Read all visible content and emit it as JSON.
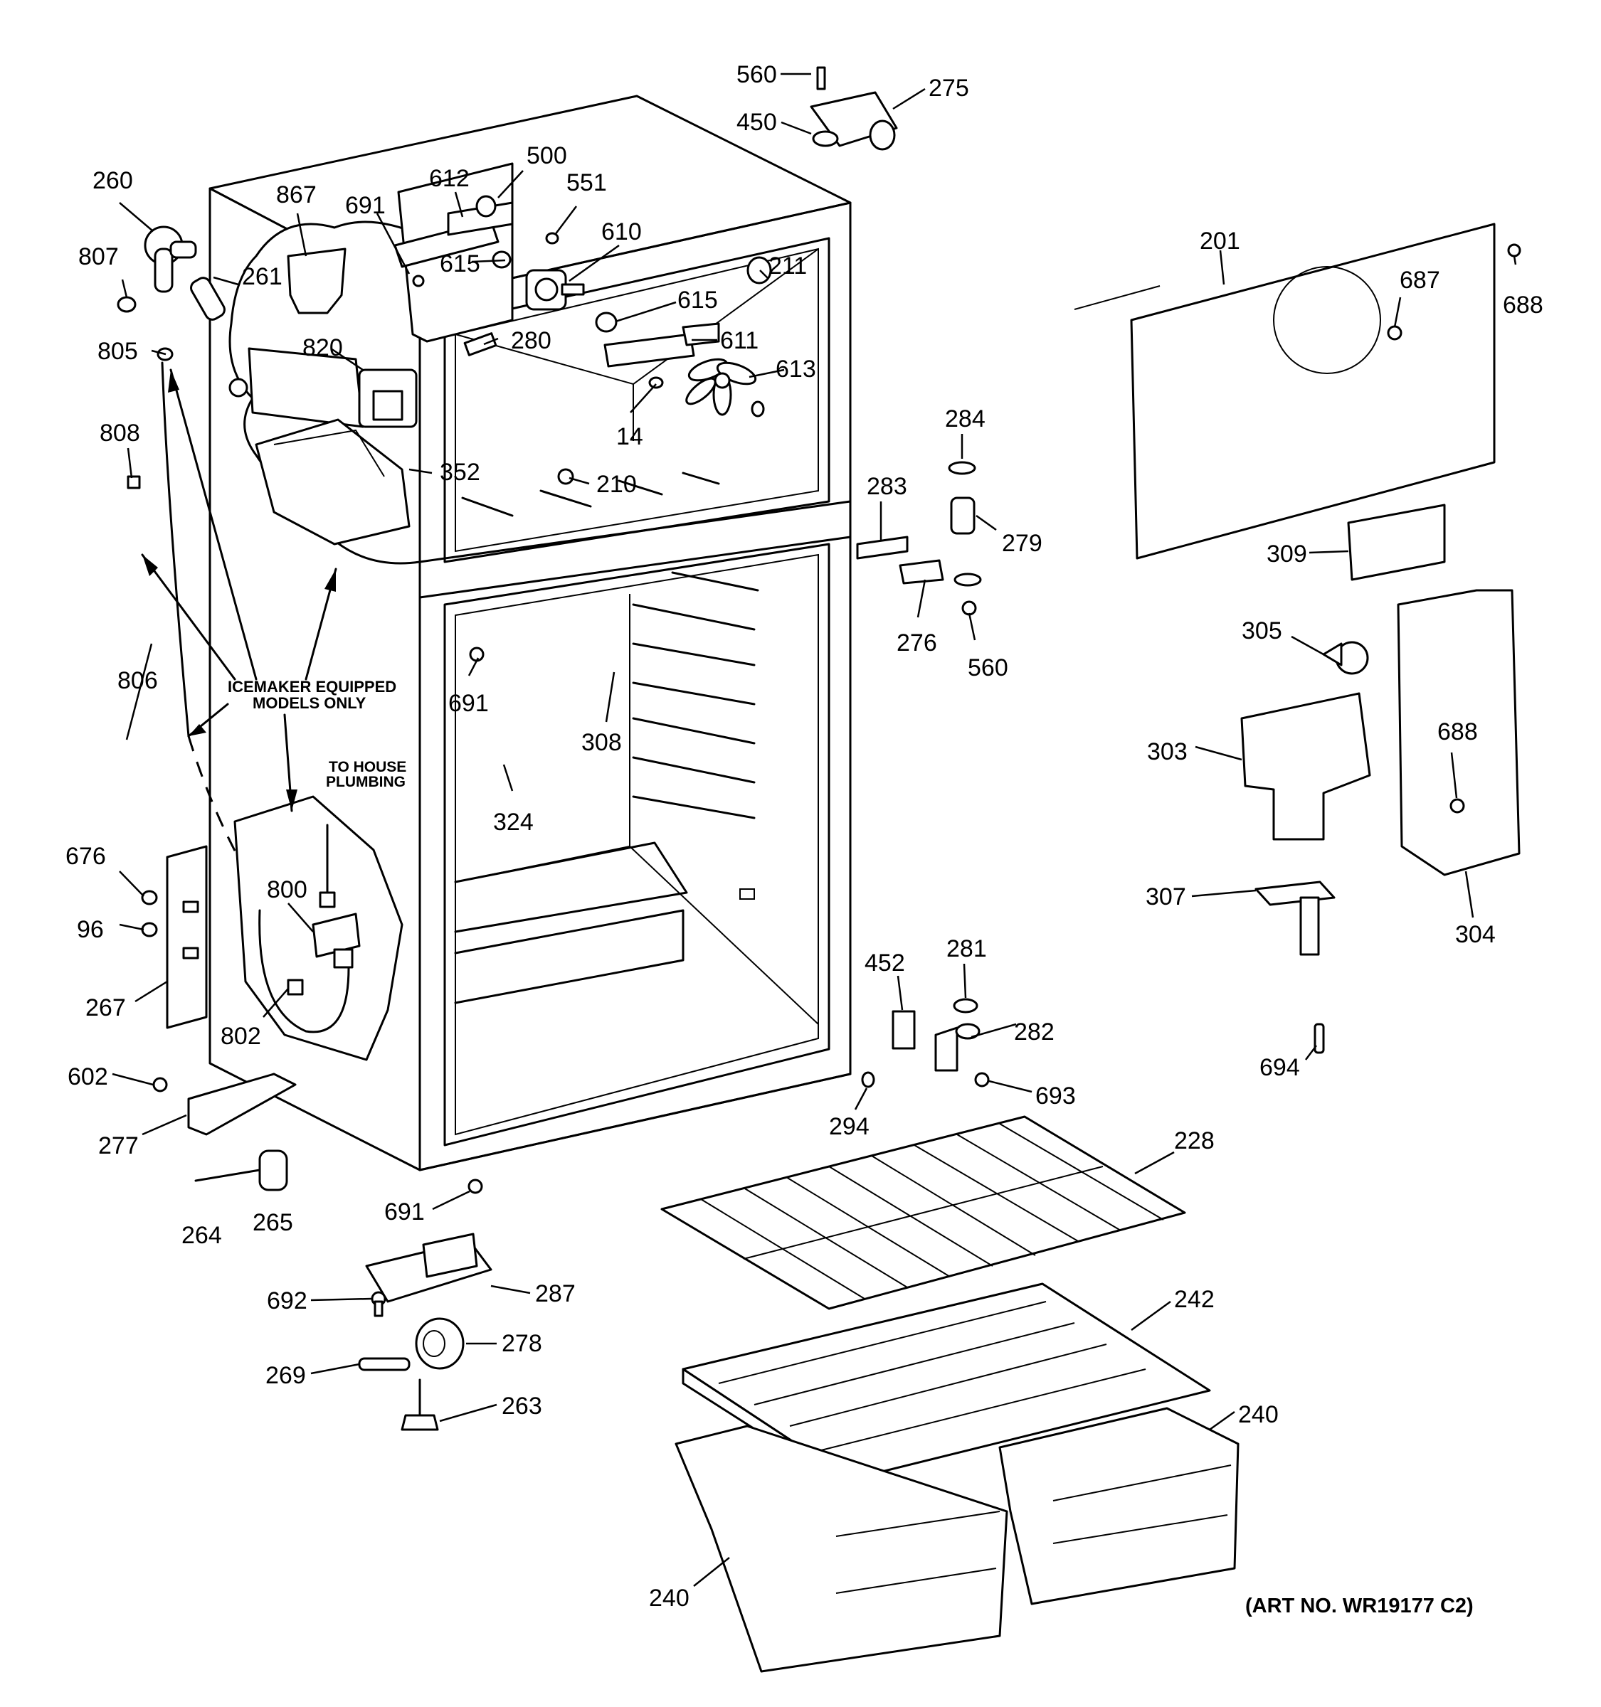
{
  "labels": {
    "l560a": "560",
    "l275": "275",
    "l450": "450",
    "l500": "500",
    "l612": "612",
    "l551": "551",
    "l260": "260",
    "l867": "867",
    "l691a": "691",
    "l610": "610",
    "l807": "807",
    "l261": "261",
    "l615a": "615",
    "l211": "211",
    "l615b": "615",
    "l611": "611",
    "l805": "805",
    "l820": "820",
    "l280": "280",
    "l613": "613",
    "l14": "14",
    "l808": "808",
    "l352": "352",
    "l210": "210",
    "l201": "201",
    "l687": "687",
    "l688a": "688",
    "l284": "284",
    "l283": "283",
    "l279": "279",
    "l309": "309",
    "l276": "276",
    "l560b": "560",
    "l305": "305",
    "l806": "806",
    "l691b": "691",
    "l308": "308",
    "l303": "303",
    "l688b": "688",
    "l324": "324",
    "l676": "676",
    "l800": "800",
    "l96": "96",
    "l307": "307",
    "l304": "304",
    "l267": "267",
    "l802": "802",
    "l281": "281",
    "l452": "452",
    "l282": "282",
    "l602": "602",
    "l693": "693",
    "l694": "694",
    "l294": "294",
    "l277": "277",
    "l228": "228",
    "l264": "264",
    "l265": "265",
    "l691c": "691",
    "l692": "692",
    "l287": "287",
    "l278": "278",
    "l242": "242",
    "l269": "269",
    "l263": "263",
    "l240a": "240",
    "l240b": "240"
  },
  "notes": {
    "icemaker_line1": "ICEMAKER EQUIPPED",
    "icemaker_line2": "MODELS ONLY",
    "plumbing_line1": "TO HOUSE",
    "plumbing_line2": "PLUMBING"
  },
  "art_number": "(ART NO. WR19177 C2)"
}
